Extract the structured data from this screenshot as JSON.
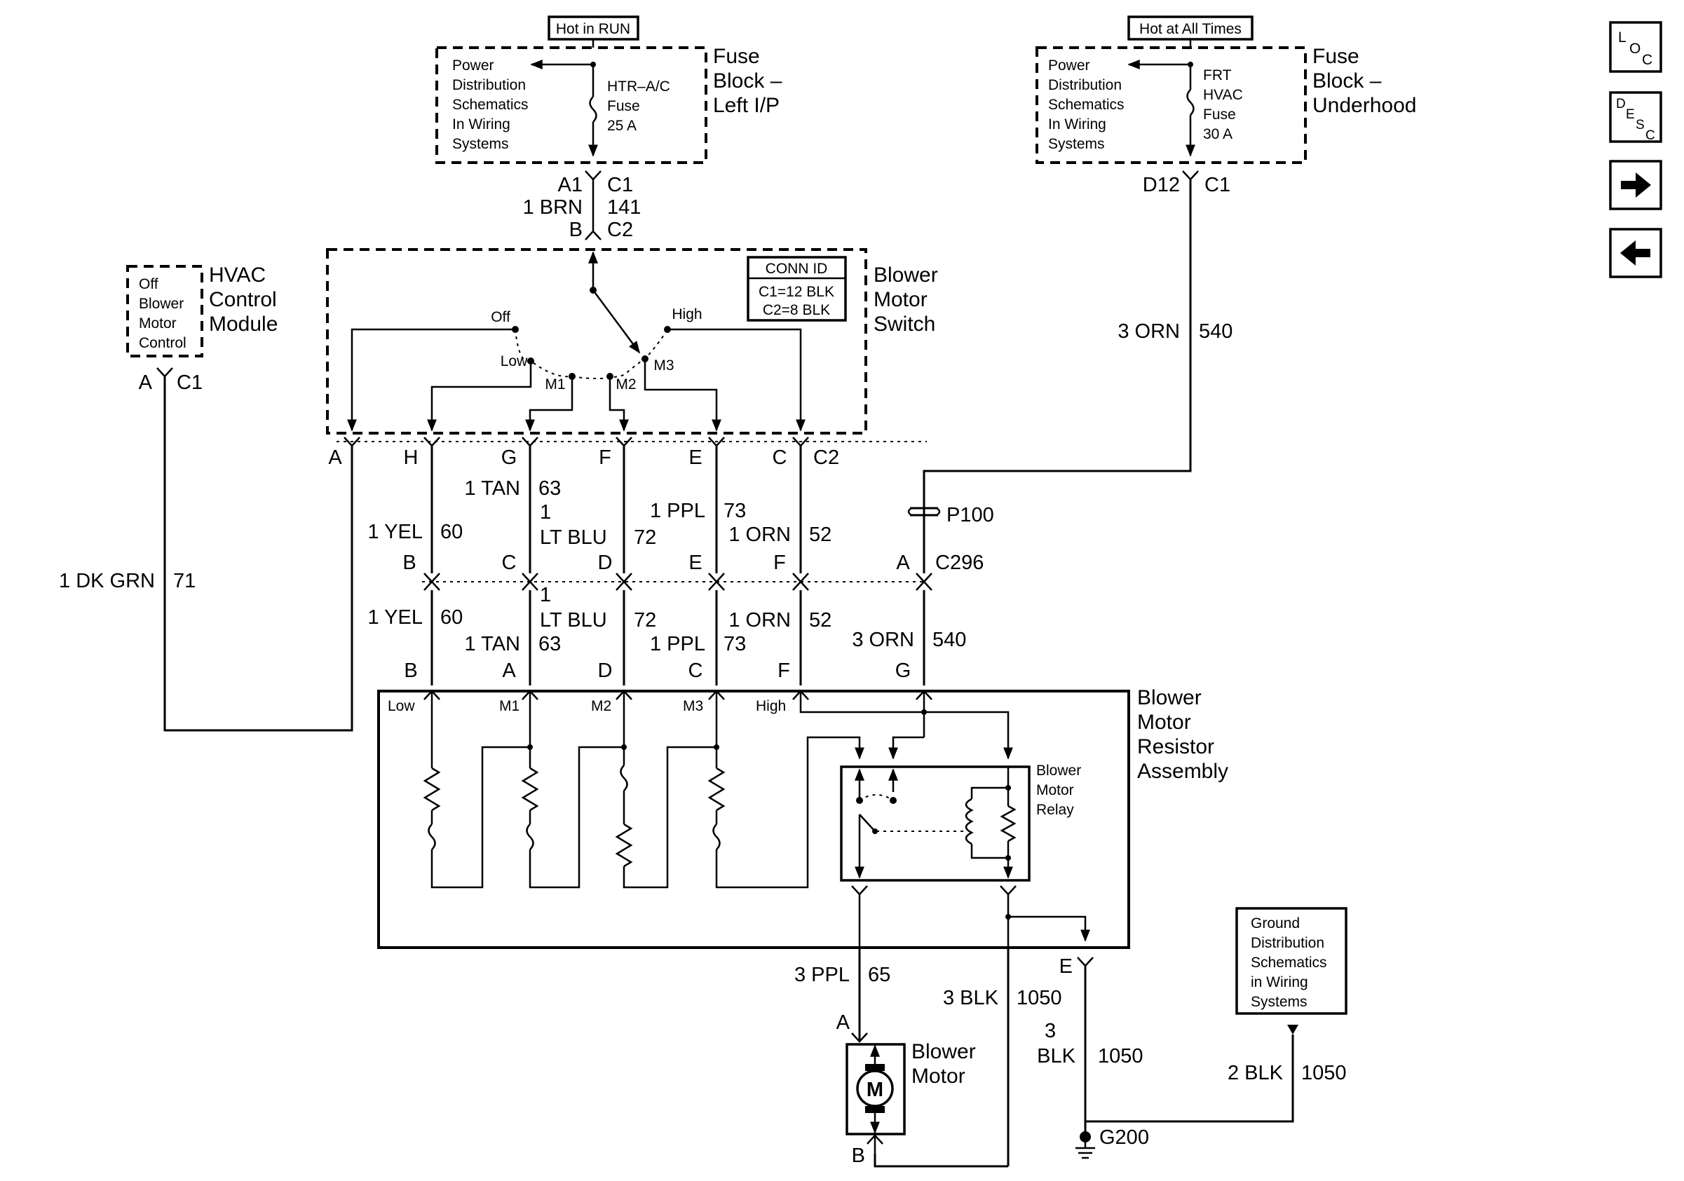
{
  "nav": {
    "loc": {
      "l": "L",
      "o": "O",
      "c": "C"
    },
    "desc": {
      "d": "D",
      "e": "E",
      "s": "S",
      "c": "C"
    },
    "next_icon": "arrow-right-icon",
    "prev_icon": "arrow-left-icon"
  },
  "fuse_left": {
    "header": "Hot in RUN",
    "ref": [
      "Power",
      "Distribution",
      "Schematics",
      "In Wiring",
      "Systems"
    ],
    "fuse": [
      "HTR–A/C",
      "Fuse",
      "25 A"
    ],
    "block": [
      "Fuse",
      "Block –",
      "Left I/P"
    ],
    "pin_a": "A1",
    "conn_a": "C1",
    "wire": "1 BRN",
    "circuit": "141",
    "pin_b": "B",
    "conn_b": "C2"
  },
  "fuse_right": {
    "header": "Hot at All Times",
    "ref": [
      "Power",
      "Distribution",
      "Schematics",
      "In Wiring",
      "Systems"
    ],
    "fuse": [
      "FRT",
      "HVAC",
      "Fuse",
      "30 A"
    ],
    "block": [
      "Fuse",
      "Block –",
      "Underhood"
    ],
    "pin": "D12",
    "conn": "C1",
    "wire": "3 ORN",
    "circuit": "540"
  },
  "hvac": {
    "box": [
      "Off",
      "Blower",
      "Motor",
      "Control"
    ],
    "label": [
      "HVAC",
      "Control",
      "Module"
    ],
    "pin": "A",
    "conn": "C1",
    "wire": "1 DK GRN",
    "circuit": "71"
  },
  "switch": {
    "label": [
      "Blower",
      "Motor",
      "Switch"
    ],
    "conn_id": [
      "CONN ID",
      "C1=12 BLK",
      "C2=8 BLK"
    ],
    "positions": {
      "off": "Off",
      "low": "Low",
      "m1": "M1",
      "m2": "M2",
      "m3": "M3",
      "high": "High"
    },
    "pins": [
      "A",
      "H",
      "G",
      "F",
      "E",
      "C"
    ],
    "conn": "C2"
  },
  "upper_wires": [
    {
      "wire": "1 YEL",
      "circuit": "60"
    },
    {
      "wire": "1 TAN",
      "circuit": "63"
    },
    {
      "wire_a": "1",
      "wire_b": "LT BLU",
      "circuit": "72"
    },
    {
      "wire": "1 PPL",
      "circuit": "73"
    },
    {
      "wire": "1 ORN",
      "circuit": "52"
    }
  ],
  "splice": {
    "label": "P100"
  },
  "c296": {
    "upper_pins": [
      "B",
      "C",
      "D",
      "E",
      "F",
      "A"
    ],
    "conn": "C296",
    "lower_pins": [
      "B",
      "A",
      "D",
      "C",
      "F",
      "G"
    ]
  },
  "lower_wires": [
    {
      "wire": "1 YEL",
      "circuit": "60"
    },
    {
      "wire": "1 TAN",
      "circuit": "63"
    },
    {
      "wire_a": "1",
      "wire_b": "LT BLU",
      "circuit": "72"
    },
    {
      "wire": "1 PPL",
      "circuit": "73"
    },
    {
      "wire": "1 ORN",
      "circuit": "52"
    },
    {
      "wire": "3 ORN",
      "circuit": "540"
    }
  ],
  "resistor": {
    "label": [
      "Blower",
      "Motor",
      "Resistor",
      "Assembly"
    ],
    "taps": {
      "low": "Low",
      "m1": "M1",
      "m2": "M2",
      "m3": "M3",
      "high": "High"
    },
    "relay": [
      "Blower",
      "Motor",
      "Relay"
    ],
    "pin_e": "E"
  },
  "motor": {
    "label": [
      "Blower",
      "Motor"
    ],
    "symbol": "M",
    "pin_a": "A",
    "pin_b": "B",
    "feed_wire": "3 PPL",
    "feed_circuit": "65",
    "return_wire": "3 BLK",
    "return_circuit": "1050"
  },
  "ground": {
    "ref": [
      "Ground",
      "Distribution",
      "Schematics",
      "in Wiring",
      "Systems"
    ],
    "e_wire_a": "3",
    "e_wire_b": "BLK",
    "e_circuit": "1050",
    "ref_wire": "2 BLK",
    "ref_circuit": "1050",
    "label": "G200"
  }
}
